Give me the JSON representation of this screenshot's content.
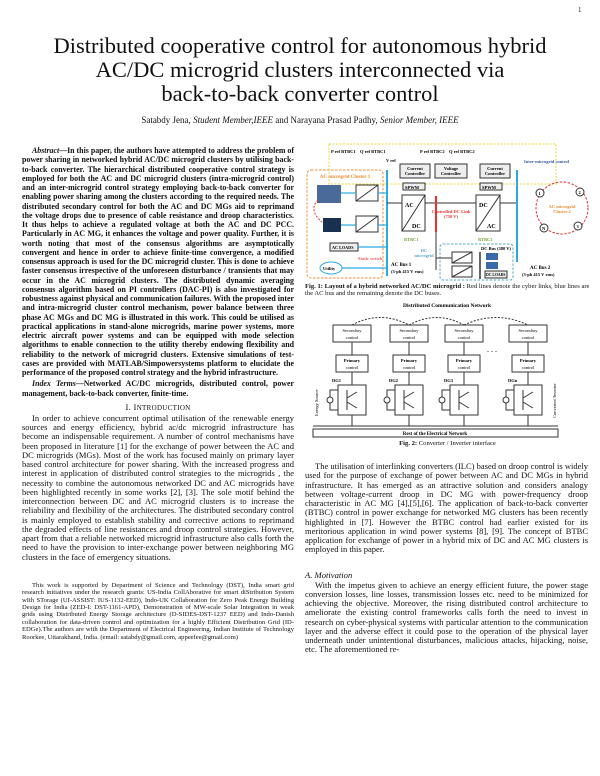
{
  "page_number": "1",
  "title_lines": [
    "Distributed cooperative control for autonomous hybrid",
    "AC/DC microgrid clusters interconnected via",
    "back-to-back converter control"
  ],
  "authors": {
    "name1": "Satabdy Jena, ",
    "role1": "Student Member,IEEE",
    "and": " and Narayana Prasad Padhy, ",
    "role2": "Senior Member, IEEE"
  },
  "abstract": {
    "label": "Abstract",
    "text": "—In this paper, the authors have attempted to address the problem of power sharing in networked hybrid AC/DC microgrid clusters by utilising back-to-back converter. The hierarchical distributed cooperative control strategy is employed for both the AC and DC microgrid clusters (intra-microgrid control) and an inter-microgrid control strategy employing back-to-back converter for enabling power sharing among the clusters according to the required needs. The distributed secondary control for both the AC and DC MGs aid to reprimand the voltage drops due to presence of cable resistance and droop characteristics. It thus helps to achieve a regulated voltage at both the AC and DC PCC. Particularly in AC MG, it enhances the voltage and power quality. Further, it is worth noting that most of the consensus algorithms are asymptotically convergent and hence in order to achieve finite-time convergence, a modified consensus approach is used for the DC microgrid cluster. This is done to achieve faster consensus irrespective of the unforeseen disturbance / transients that may occur in the AC microgrid clusters. The distributed dynamic averaging consensus algorithm based on PI controllers (DAC-PI) is also investigated for robustness against physical and communication failures. With the proposed inter and intra-microgrid cluster control mechanism, power balance between three phase AC MGs and DC MG is illustrated in this work. This could be utilised as practical applications in stand-alone microgrids, marine power systems, more electric aircraft power systems and can be equipped with mode selection algorithms to enable connection to the utility thereby endowing flexibility and reliability to the network of microgrid clusters. Extensive simulations of test-cases are provided with MATLAB/Simpowersystems platform to elucidate the performance of the proposed control strategy and the hybrid infrastructure."
  },
  "index_terms": {
    "label": "Index Terms",
    "text": "—Networked AC/DC microgrids, distributed control, power management, back-to-back converter, finite-time."
  },
  "section1": {
    "num": "I. ",
    "heading_first": "I",
    "heading_rest": "NTRODUCTION"
  },
  "intro_text": "In order to achieve concurrent optimal utilisation of the renewable energy sources and energy efficiency, hybrid ac/dc microgrid infrastructure has become an indispensable requirement. A number of control mechanisms have been proposed in literature [1] for the exchange of power between the AC and DC microgrids (MGs). Most of the work has focused mainly on primary layer based control architecture for power sharing. With the increased progress and interest in application of distributed control strategies to the microgrids , the necessity to combine the autonomous networked DC and AC microgrids have been highlighted recently in some works [2], [3]. The sole motif behind the interconnection between DC and AC microgrid clusters is to increase the reliability and flexibility of the architectures. The distributed secondary control is mainly employed to establish stability and corrective actions to reprimand the degraded effects of line resistances and droop control strategies. However, apart from that a reliable networked microgrid infrastructure also calls forth the need to have the provision to inter-exchange power between neighboring MG clusters in the face of emergency situations.",
  "footnote": "This work is supported by Department of Science and Technology (DST), India smart grid research initiatives under the research grants: US-India CollAborative for smart diStribution System wIth STorage (UI-ASSIST: IUS-1132-EED), Indo-UK Collaboration for Zero Peak Energy Building Design for India (ZED-I: DST-1161-APD), Demonstration of MW-scale Solar Integration in weak grids using Distributed Energy Storage architecture (D-SIDES-DST-1237 EED) and Indo-Danish collaboration for data-driven control and optimization for a highly Efficient Distribution Grid (ID-EDGe).The authors are with the Department of Electrical Engineering, Indian Institute of Technology Roorkee, Uttarakhand, India. (email: satabdy@gmail.com, appeefee@gmail.com)",
  "right_text1": "The utilisation of interlinking converters (ILC) based on droop control is widely used for the purpose of exchange of power between AC and DC MGs in hybrid infrastructure. It has emerged as an attractive solution and considers analogy between voltage-current droop in DC MG with power-frequency droop characteristic in AC MG [4],[5],[6]. The application of back-to-back converter (BTBC) control in power exchange for networked MG clusters has been recently highlighted in [7]. However the BTBC control had earlier existed for its meritorious application in wind power systems [8], [9]. The concept of BTBC application for exchange of power in a hybrid mix of DC and AC MG clusters is employed in this paper.",
  "subsection_a": "A. Motivation",
  "right_text2": "With the impetus given to achieve an energy efficient future, the power stage conversion losses, line losses, transmission losses etc. need to be minimized for achieving the objective. Moreover, the rising distributed control architecture to ameliorate the existing control frameworks calls forth the need to invest in research on cyber-physical systems with particular attention to the communication layer and the adverse effect it could pose to the operation of the physical layer underneath under unintentional disturbances, malicious attacks, hijacking, noise, etc. The aforementioned re-",
  "fig1": {
    "refs": [
      "P ref BTBC1",
      "Q ref BTBC1",
      "P ref BTBC2",
      "Q ref BTBC2"
    ],
    "vref": "V ref",
    "current_controller": "Current Controller",
    "voltage_controller": "Voltage Controller",
    "spwm": "SPWM",
    "ac": "AC",
    "dc": "DC",
    "btbc1": "BTBC1",
    "btbc2": "BTBC2",
    "dc_link": "Controlled DC Link (750 V)",
    "ac_cluster1": "AC microgrid Cluster 1",
    "ac_cluster2": "AC microgrid Cluster 2",
    "inter_control": "Inter-microgrid control",
    "ac_loads": "AC LOADS",
    "utility": "Utility",
    "static_switch": "Static switch",
    "dc_microgrid": "DC microgrid",
    "dc_bus": "DC Bus (380 V)",
    "dc_loads": "DC LOADS",
    "ac_bus1": "AC Bus 1",
    "ac_bus1_sub": "(3-ph 415 V rms)",
    "ac_bus2": "AC Bus 2",
    "ac_bus2_sub": "(3-ph 415 V rms)",
    "nodes": [
      "1",
      "2",
      "3",
      "N"
    ],
    "caption_label": "Fig. 1: ",
    "caption_bold": "Layout of a hybrid networked AC/DC microgrid : ",
    "caption_text": "Red lines denote the cyber links, blue lines are the AC bus and the remaining denote the DC buses."
  },
  "fig2": {
    "title": "Distributed Communication Network",
    "secondary": "Secondary control",
    "primary": "Primary control",
    "dgs": [
      "DG1",
      "DG2",
      "DG3",
      "DGn"
    ],
    "energy_source": "Energy Source",
    "converter": "Converter/ Inverter",
    "rest": "Rest of the Electrical Network",
    "caption_label": "Fig. 2: ",
    "caption_text": "Converter / Inverter interface"
  },
  "colors": {
    "ac_bus": "#29a9e8",
    "cyber": "#e8302c",
    "cluster1": "#f28a30",
    "inter": "#e8d830",
    "dc_mg": "#5aa6c8",
    "btbc": "#7aa23a"
  }
}
